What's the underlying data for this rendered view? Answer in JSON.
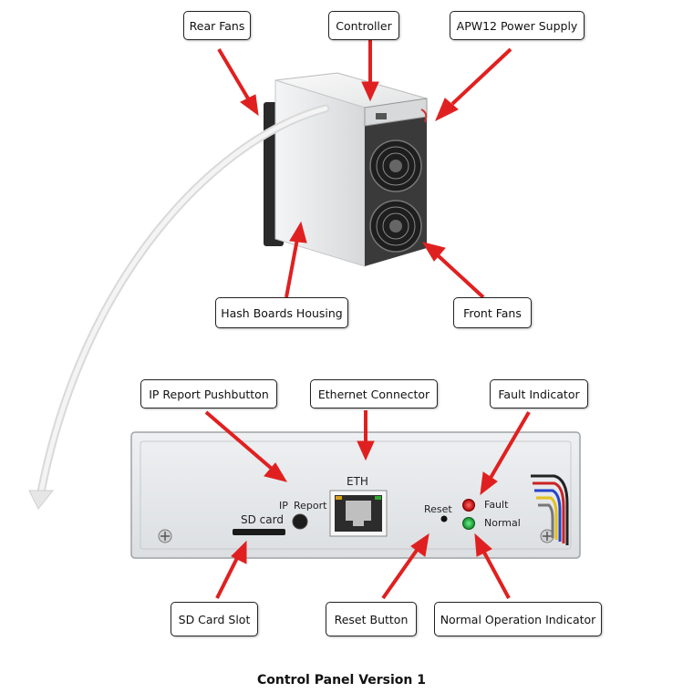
{
  "labels": {
    "rear_fans": "Rear Fans",
    "controller": "Controller",
    "power_supply": "APW12 Power Supply",
    "hash_boards": "Hash Boards Housing",
    "front_fans": "Front Fans",
    "ip_report_button": "IP Report Pushbutton",
    "ethernet_connector": "Ethernet Connector",
    "fault_indicator": "Fault Indicator",
    "sd_card_slot": "SD Card Slot",
    "reset_button": "Reset Button",
    "normal_indicator": "Normal Operation Indicator"
  },
  "panel": {
    "eth": "ETH",
    "ip": "IP",
    "report": "Report",
    "reset": "Reset",
    "fault": "Fault",
    "normal": "Normal",
    "sd_card": "SD card"
  },
  "caption": "Control Panel Version 1",
  "colors": {
    "arrow": "#e02020",
    "fault_led": "#cc1111",
    "normal_led": "#18a030",
    "chassis": "#e4e6e8"
  }
}
